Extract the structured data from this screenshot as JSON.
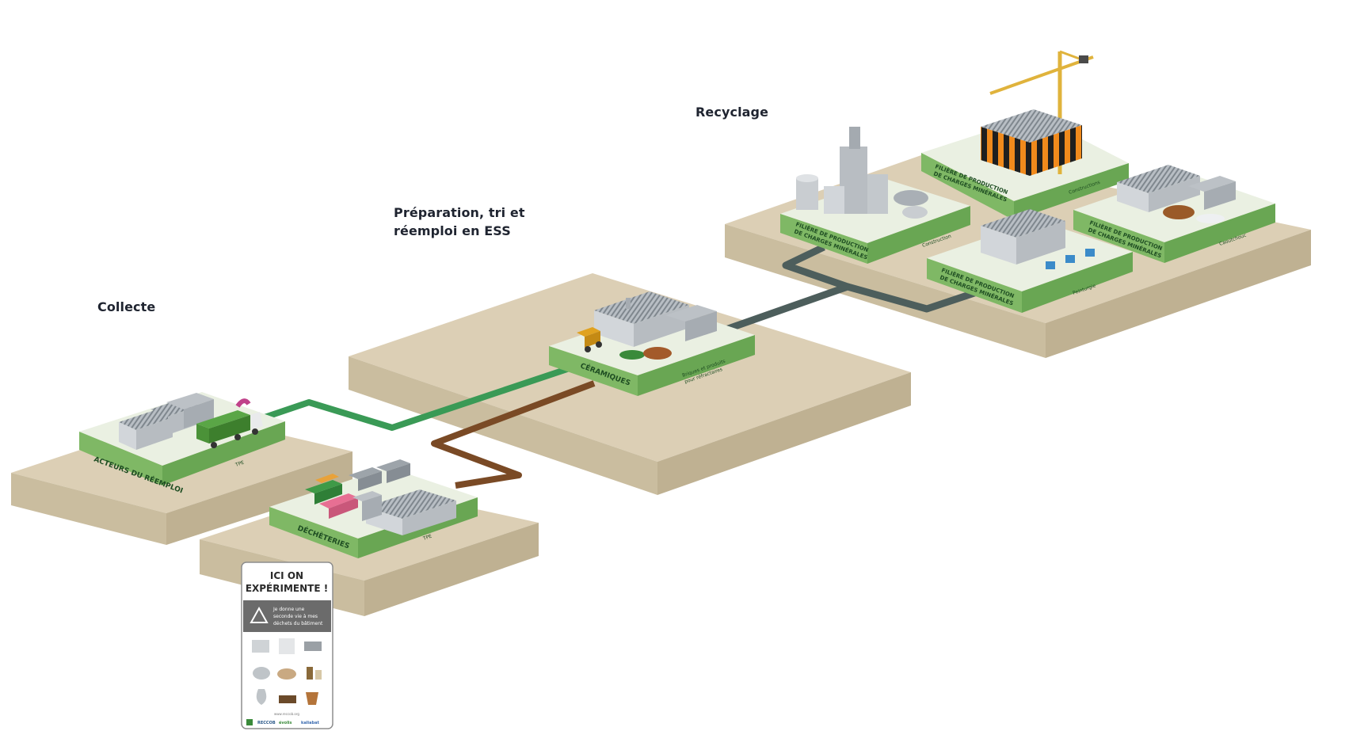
{
  "stages": {
    "collecte": "Collecte",
    "preparation": [
      "Préparation, tri et",
      "réemploi en ESS"
    ],
    "recyclage": "Recyclage"
  },
  "sites": {
    "acteurs": {
      "name": "ACTEURS DU RÉEMPLOI",
      "tag": "TPE"
    },
    "decheteries": {
      "name": "DÉCHÈTERIES",
      "tag": "TPE"
    },
    "ceramiques": {
      "name": "CÉRAMIQUES",
      "tag": [
        "Briques et produits",
        "pour réfractaires"
      ]
    },
    "filiere_construction": {
      "name": [
        "FILIÈRE DE PRODUCTION",
        "DE CHARGES MINÉRALES"
      ],
      "tag": "Construction"
    },
    "filiere_constructions": {
      "name": [
        "FILIÈRE DE PRODUCTION",
        "DE CHARGES MINÉRALES"
      ],
      "tag": "Constructions"
    },
    "filiere_peinture": {
      "name": [
        "FILIÈRE DE PRODUCTION",
        "DE CHARGES MINÉRALES"
      ],
      "tag": "Peinturgie"
    },
    "filiere_caoutchouc": {
      "name": [
        "FILIÈRE DE PRODUCTION",
        "DE CHARGES MINÉRALES"
      ],
      "tag": "Caoutchouc"
    }
  },
  "poster": {
    "title": [
      "ICI ON",
      "EXPÉRIMENTE !"
    ],
    "subtitle": [
      "Je donne une",
      "seconde vie à mes",
      "déchets du bâtiment"
    ],
    "footer_small": "www.reccob.org",
    "logos": [
      "RECCOB",
      "évolis",
      "kaliabat"
    ]
  },
  "colors": {
    "ground": "#dccfb5",
    "platform_top": "#eaf0e2",
    "platform_side": "#7fb865",
    "path_green": "#3a9a56",
    "path_brown": "#7a4a25",
    "path_dark": "#4d5e5c",
    "building": "#c9cdd1",
    "roof": "#8e959b"
  }
}
